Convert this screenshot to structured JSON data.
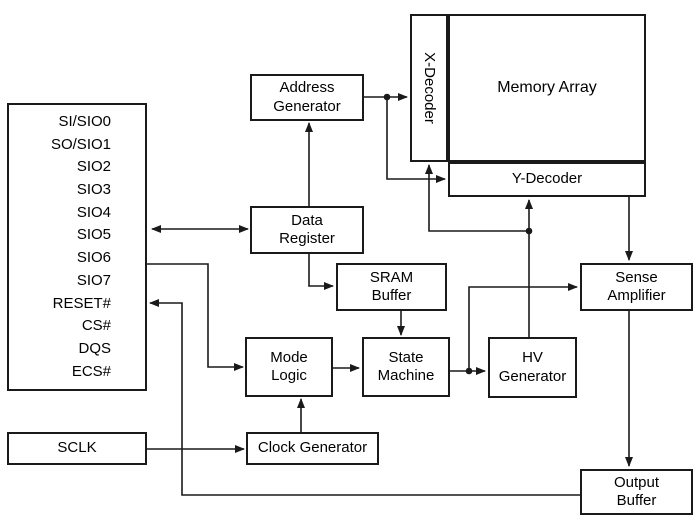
{
  "diagram": {
    "colors": {
      "background": "#ffffff",
      "wire": "#1a1a1a",
      "box_border": "#1a1a1a",
      "text": "#000000"
    }
  },
  "blocks": {
    "io_pins": {
      "labels": [
        "SI/SIO0",
        "SO/SIO1",
        "SIO2",
        "SIO3",
        "SIO4",
        "SIO5",
        "SIO6",
        "SIO7",
        "RESET#",
        "CS#",
        "DQS",
        "ECS#"
      ]
    },
    "sclk": {
      "label": "SCLK"
    },
    "address_generator": {
      "lines": [
        "Address",
        "Generator"
      ]
    },
    "data_register": {
      "lines": [
        "Data",
        "Register"
      ]
    },
    "sram_buffer": {
      "lines": [
        "SRAM",
        "Buffer"
      ]
    },
    "mode_logic": {
      "lines": [
        "Mode",
        "Logic"
      ]
    },
    "state_machine": {
      "lines": [
        "State",
        "Machine"
      ]
    },
    "clock_generator": {
      "label": "Clock Generator"
    },
    "hv_generator": {
      "lines": [
        "HV",
        "Generator"
      ]
    },
    "sense_amplifier": {
      "lines": [
        "Sense",
        "Amplifier"
      ]
    },
    "output_buffer": {
      "lines": [
        "Output",
        "Buffer"
      ]
    },
    "x_decoder": {
      "label": "X-Decoder"
    },
    "memory_array": {
      "label": "Memory Array"
    },
    "y_decoder": {
      "label": "Y-Decoder"
    }
  }
}
